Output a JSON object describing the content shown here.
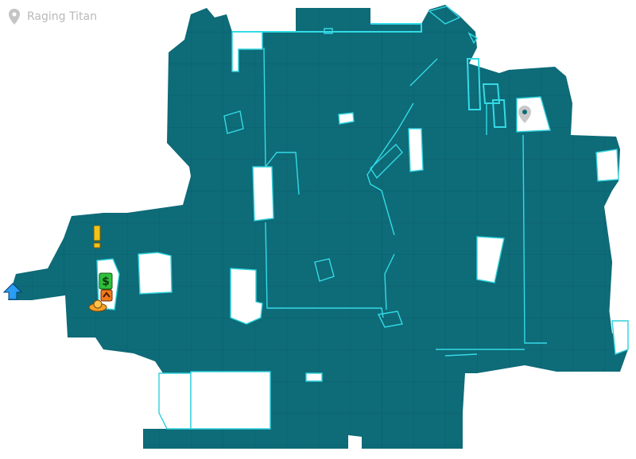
{
  "location": {
    "name": "Raging Titan",
    "icon": "map-pin-icon"
  },
  "colors": {
    "floor": "#0e6b78",
    "floor_dark": "#0b5f6b",
    "wall_glow": "#33dbe6",
    "background": "#ffffff",
    "label": "#b9b9b9"
  },
  "markers": [
    {
      "name": "quest-exclamation-icon",
      "kind": "quest",
      "color": "#f2c21b"
    },
    {
      "name": "vendor-dollar-icon",
      "kind": "vendor",
      "color": "#2fbf3b"
    },
    {
      "name": "upgrade-orange-icon",
      "kind": "upgrade",
      "color": "#f07a1e"
    },
    {
      "name": "player-marker-icon",
      "kind": "player",
      "color": "#f4a12a"
    },
    {
      "name": "exit-arrow-icon",
      "kind": "exit",
      "color": "#2a9df4"
    },
    {
      "name": "destination-pin-icon",
      "kind": "destination",
      "color": "#c8c8c8"
    }
  ]
}
